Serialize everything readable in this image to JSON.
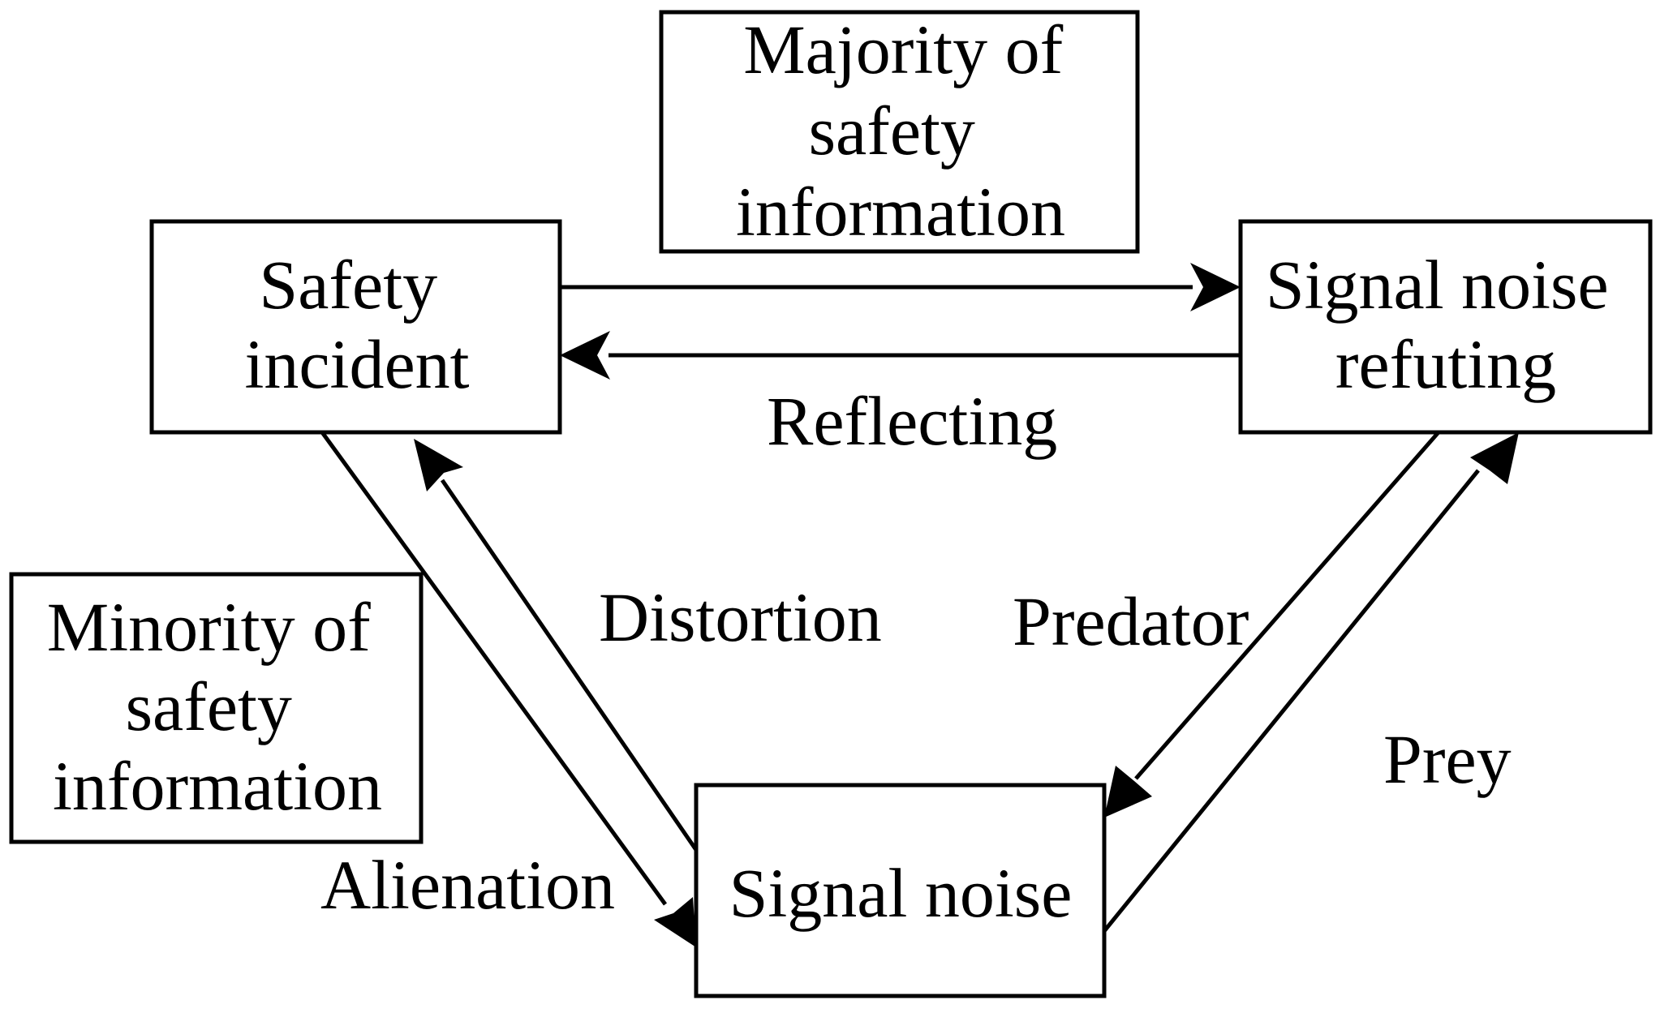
{
  "nodes": {
    "majority": {
      "lines": [
        "Majority of",
        "safety",
        "information"
      ]
    },
    "safety_incident": {
      "lines": [
        "Safety",
        "incident"
      ]
    },
    "signal_noise_refuting": {
      "lines": [
        "Signal noise",
        "refuting"
      ]
    },
    "minority": {
      "lines": [
        "Minority of",
        "safety",
        "information"
      ]
    },
    "signal_noise": {
      "lines": [
        "Signal noise"
      ]
    }
  },
  "edge_labels": {
    "reflecting": "Reflecting",
    "distortion": "Distortion",
    "predator": "Predator",
    "prey": "Prey",
    "alienation": "Alienation"
  },
  "colors": {
    "stroke": "#000000",
    "background": "#ffffff"
  }
}
